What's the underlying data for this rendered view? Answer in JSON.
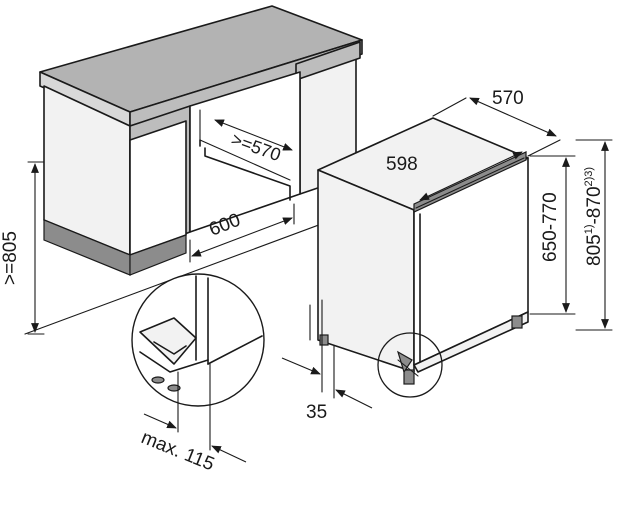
{
  "labels": {
    "cabinet_height": ">=805",
    "cabinet_width": "600",
    "niche_depth": ">=570",
    "appliance_depth": "570",
    "appliance_width": "598",
    "appliance_height_range": "650-770",
    "niche_height_prefix": "805",
    "niche_height_sup1": "1)",
    "niche_height_mid": "-870",
    "niche_height_sup2": "2)3)",
    "plinth_depth": "35",
    "door_protrusion": "max. 115"
  }
}
